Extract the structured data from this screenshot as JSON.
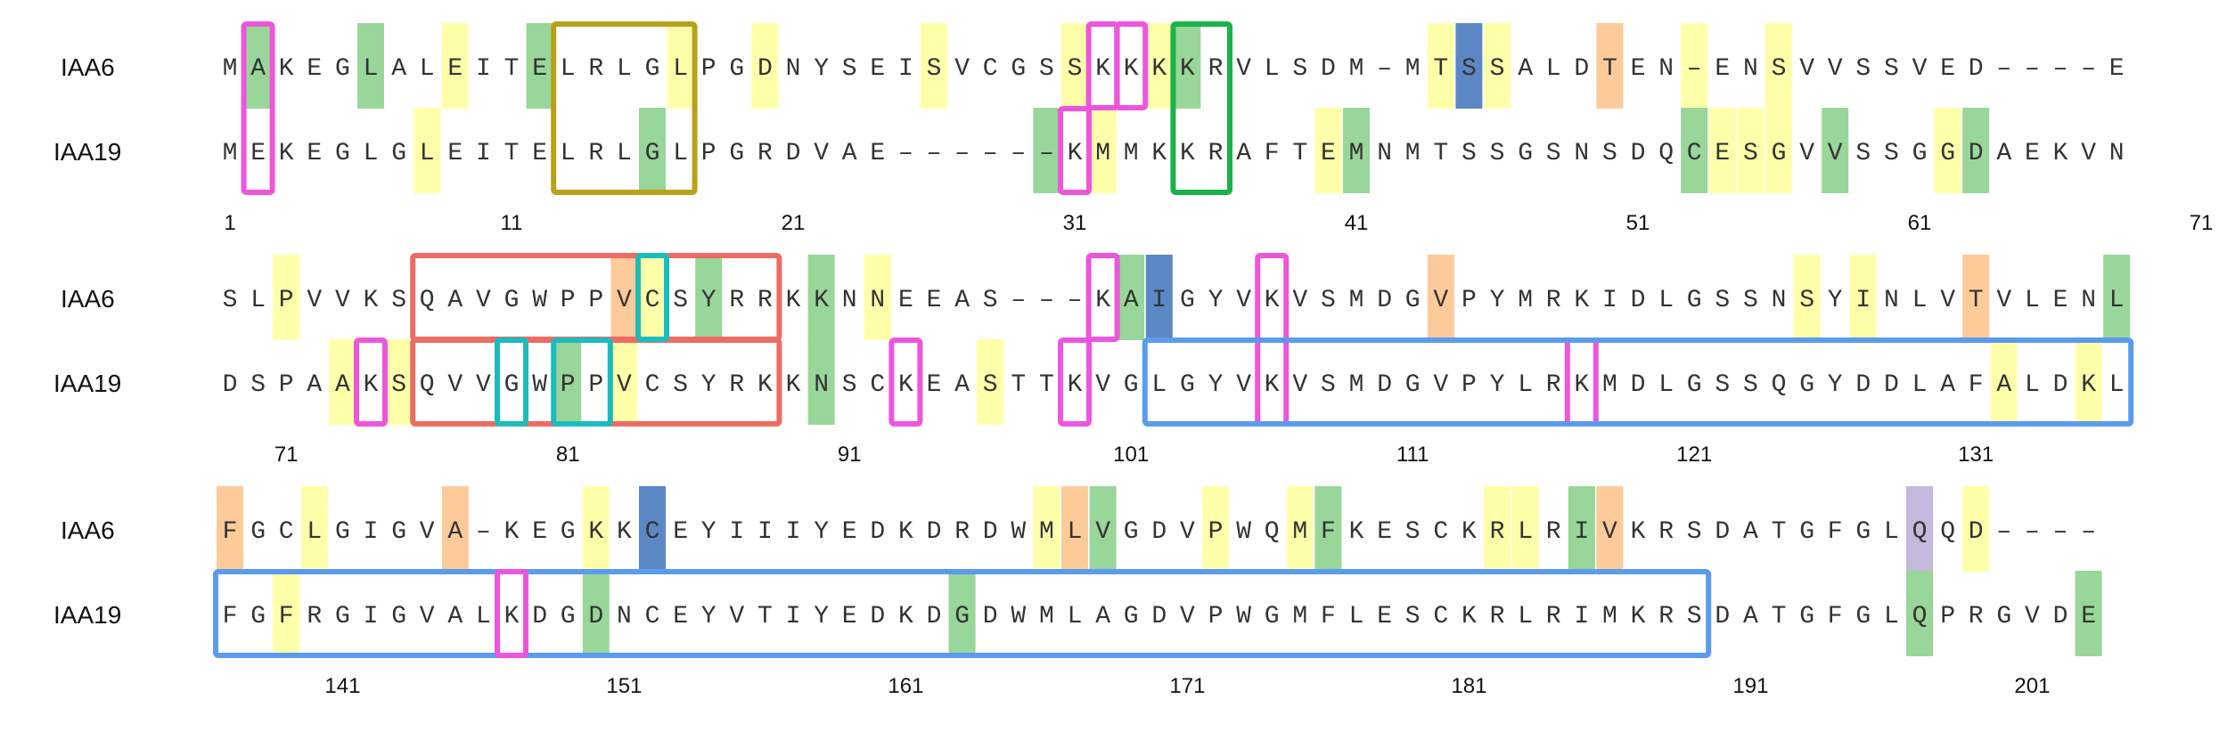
{
  "labels": {
    "seq1": "IAA6",
    "seq2": "IAA19"
  },
  "colors": {
    "yellow": "#ffffaa",
    "green": "#99d699",
    "orange": "#fdcb9a",
    "blue": "#5b87c5",
    "purple": "#c4b8dc",
    "olive_box": "#b8a21c",
    "green_box": "#1ab34a",
    "magenta_box": "#ee55dd",
    "red_box": "#ee6b63",
    "teal_box": "#1cbcbc",
    "blue_box": "#5b9bee"
  },
  "rows": [
    {
      "s1": "MAKEGLALEITELRLGLPGDNYSEISVCGSSKKKKRVLSDM-MTSSALDTEN-ENSVVSSVED----E",
      "s2": "MEKEGLGLEITELRLGLPGRDVAE------KMMKKRAFTEMNMTSSGSNSDQCESGVVSSGGDAEKVN",
      "numbers": [
        "1",
        "11",
        "21",
        "31",
        "41",
        "51",
        "61",
        "71"
      ],
      "numberCols": [
        0,
        10,
        20,
        30,
        40,
        50,
        60,
        70
      ],
      "hl1": {
        "1": "green",
        "5": "green",
        "8": "yellow",
        "11": "green",
        "16": "yellow",
        "19": "yellow",
        "25": "yellow",
        "30": "yellow",
        "33": "yellow",
        "34": "green",
        "43": "yellow",
        "44": "blue",
        "45": "yellow",
        "49": "orange",
        "52": "yellow",
        "55": "yellow"
      },
      "hl2": {
        "7": "yellow",
        "15": "green",
        "29": "green",
        "31": "yellow",
        "39": "yellow",
        "40": "green",
        "52": "green",
        "53": "yellow",
        "54": "yellow",
        "55": "yellow",
        "57": "green",
        "61": "yellow",
        "62": "green"
      }
    },
    {
      "s1": "SLPVVKSQAVGWPPVCSYRRKKNNEEAS---KAIGYVKVSMDGVPYMRKIDLGSSNSYINLVTVLENL",
      "s2": "DSPAAKSQVVGWPPVCSYRKKNSCKEASTTKVGLGYVKVSMDGVPYLRKMDLGSSQGYDDLAFALDKL",
      "numbers": [
        "71",
        "81",
        "91",
        "101",
        "111",
        "121",
        "131"
      ],
      "numberCols": [
        2,
        12,
        22,
        32,
        42,
        52,
        62
      ],
      "hl1": {
        "2": "yellow",
        "14": "orange",
        "15": "yellow",
        "17": "green",
        "21": "green",
        "23": "yellow",
        "32": "green",
        "33": "blue",
        "43": "orange",
        "56": "yellow",
        "58": "yellow",
        "62": "orange",
        "67": "green"
      },
      "hl2": {
        "4": "yellow",
        "6": "yellow",
        "12": "green",
        "14": "yellow",
        "21": "green",
        "27": "yellow",
        "63": "yellow",
        "66": "yellow"
      }
    },
    {
      "s1": "FGCLGIGVA-KEGKKCEYIIIYEDKDRDWMLVGDVPWQMFKESCKRLRIVKRSDATGFGLQQD----",
      "s2": "FGFRGIGVALKDGDNCEYVTIYEDKDGDWMLAGDVPWGMFLESCKRLRIMKRSDATGFGLQPRGVDE",
      "numbers": [
        "141",
        "151",
        "161",
        "171",
        "181",
        "191",
        "201"
      ],
      "numberCols": [
        4,
        14,
        24,
        34,
        44,
        54,
        64
      ],
      "hl1": {
        "0": "orange",
        "3": "yellow",
        "8": "orange",
        "13": "yellow",
        "15": "blue",
        "29": "yellow",
        "30": "orange",
        "31": "green",
        "35": "yellow",
        "38": "yellow",
        "39": "green",
        "45": "yellow",
        "46": "yellow",
        "48": "green",
        "49": "orange",
        "60": "purple",
        "62": "yellow"
      },
      "hl2": {
        "2": "yellow",
        "13": "green",
        "26": "green",
        "60": "green",
        "66": "green"
      }
    }
  ],
  "boxes": [
    {
      "row": 0,
      "seq": "both",
      "c1": 1,
      "c2": 1,
      "color": "magenta_box"
    },
    {
      "row": 0,
      "seq": "both",
      "c1": 12,
      "c2": 16,
      "color": "olive_box"
    },
    {
      "row": 0,
      "seq": "s1",
      "c1": 31,
      "c2": 31,
      "color": "magenta_box"
    },
    {
      "row": 0,
      "seq": "s1",
      "c1": 32,
      "c2": 32,
      "color": "magenta_box"
    },
    {
      "row": 0,
      "seq": "s2",
      "c1": 30,
      "c2": 30,
      "color": "magenta_box"
    },
    {
      "row": 0,
      "seq": "both",
      "c1": 34,
      "c2": 35,
      "color": "green_box"
    },
    {
      "row": 1,
      "seq": "s1",
      "c1": 7,
      "c2": 19,
      "color": "red_box"
    },
    {
      "row": 1,
      "seq": "s2",
      "c1": 7,
      "c2": 19,
      "color": "red_box"
    },
    {
      "row": 1,
      "seq": "s1",
      "c1": 15,
      "c2": 15,
      "color": "teal_box"
    },
    {
      "row": 1,
      "seq": "s2",
      "c1": 10,
      "c2": 10,
      "color": "teal_box"
    },
    {
      "row": 1,
      "seq": "s2",
      "c1": 12,
      "c2": 13,
      "color": "teal_box"
    },
    {
      "row": 1,
      "seq": "s2",
      "c1": 5,
      "c2": 5,
      "color": "magenta_box"
    },
    {
      "row": 1,
      "seq": "s2",
      "c1": 24,
      "c2": 24,
      "color": "magenta_box"
    },
    {
      "row": 1,
      "seq": "s1",
      "c1": 31,
      "c2": 31,
      "color": "magenta_box"
    },
    {
      "row": 1,
      "seq": "s2",
      "c1": 30,
      "c2": 30,
      "color": "magenta_box"
    },
    {
      "row": 1,
      "seq": "both",
      "c1": 37,
      "c2": 37,
      "color": "magenta_box"
    },
    {
      "row": 1,
      "seq": "s2",
      "c1": 48,
      "c2": 48,
      "color": "magenta_box"
    },
    {
      "row": 1,
      "seq": "s2",
      "c1": 33,
      "c2": 67,
      "color": "blue_box"
    },
    {
      "row": 2,
      "seq": "s2",
      "c1": 0,
      "c2": 52,
      "color": "blue_box"
    },
    {
      "row": 2,
      "seq": "s2",
      "c1": 10,
      "c2": 10,
      "color": "magenta_box"
    }
  ]
}
